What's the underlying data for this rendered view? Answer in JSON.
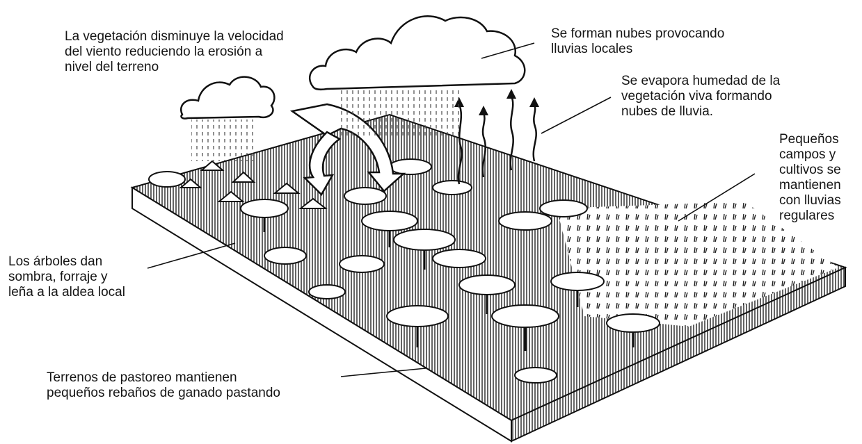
{
  "labels": {
    "vegetation_wind": [
      "La vegetación disminuye la velocidad",
      "del viento reduciendo la erosión a",
      "nivel del terreno"
    ],
    "clouds_form": [
      "Se forman nubes provocando",
      "lluvias locales"
    ],
    "evaporation": [
      "Se evapora humedad de la",
      "vegetación viva formando",
      "nubes de lluvia."
    ],
    "small_fields": [
      "Pequeños",
      "campos y",
      "cultivos se",
      "mantienen",
      "con lluvias",
      "regulares"
    ],
    "trees_shade": [
      "Los árboles dan",
      "sombra, forraje y",
      "leña a la aldea local"
    ],
    "grazing": [
      "Terrenos de pastoreo mantienen",
      "pequeños rebaños de ganado pastando"
    ]
  },
  "colors": {
    "ink": "#151515",
    "paper": "#ffffff"
  }
}
